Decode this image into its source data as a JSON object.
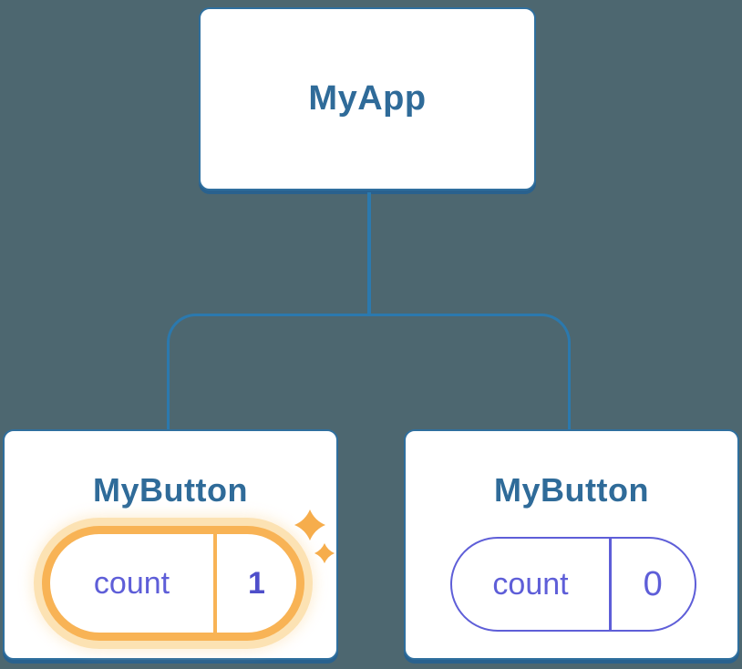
{
  "tree": {
    "root": {
      "label": "MyApp"
    },
    "children": [
      {
        "label": "MyButton",
        "state_key": "count",
        "state_value": "1",
        "highlighted": true
      },
      {
        "label": "MyButton",
        "state_key": "count",
        "state_value": "0",
        "highlighted": false
      }
    ]
  },
  "icons": {
    "sparkle": "four-point-star-sparkle"
  },
  "colors": {
    "background": "#4d6770",
    "node_background": "#ffffff",
    "node_border_blue": "#2f6f9e",
    "node_shadow_blue": "#29618e",
    "connector_blue": "#2b79ae",
    "title_text_blue": "#2f6b99",
    "state_purple": "#5e5ed8",
    "state_value_purple_bold": "#4f4fca",
    "highlight_orange": "#f8b355",
    "highlight_glow": "#fce2b3",
    "sparkle_orange": "#f6ad4c"
  }
}
